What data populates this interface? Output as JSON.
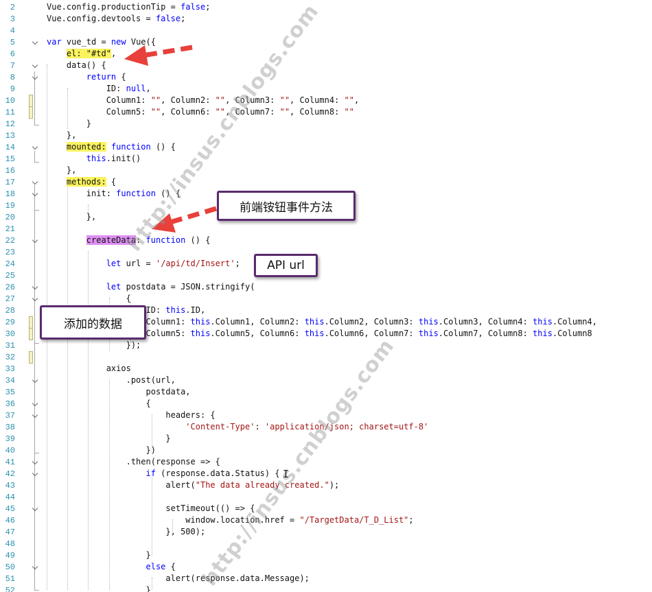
{
  "editor": {
    "lines": [
      {
        "n": "2",
        "fold": false,
        "chg": false,
        "seg": [
          [
            "p",
            "Vue.config.productionTip = "
          ],
          [
            "k",
            "false"
          ],
          [
            "p",
            ";"
          ]
        ]
      },
      {
        "n": "3",
        "fold": false,
        "chg": false,
        "seg": [
          [
            "p",
            "Vue.config.devtools = "
          ],
          [
            "k",
            "false"
          ],
          [
            "p",
            ";"
          ]
        ]
      },
      {
        "n": "4",
        "fold": false,
        "chg": false,
        "seg": []
      },
      {
        "n": "5",
        "fold": true,
        "chg": false,
        "seg": [
          [
            "k",
            "var"
          ],
          [
            "p",
            " vue_td = "
          ],
          [
            "k",
            "new"
          ],
          [
            "p",
            " Vue({"
          ]
        ]
      },
      {
        "n": "6",
        "fold": false,
        "chg": false,
        "seg": [
          [
            "p",
            "    "
          ],
          [
            "h",
            "el: \"#td\""
          ],
          [
            "p",
            ","
          ]
        ]
      },
      {
        "n": "7",
        "fold": true,
        "chg": false,
        "seg": [
          [
            "p",
            "    data() {"
          ]
        ]
      },
      {
        "n": "8",
        "fold": true,
        "chg": false,
        "seg": [
          [
            "p",
            "        "
          ],
          [
            "k",
            "return"
          ],
          [
            "p",
            " {"
          ]
        ]
      },
      {
        "n": "9",
        "fold": false,
        "chg": false,
        "seg": [
          [
            "p",
            "            ID: "
          ],
          [
            "k",
            "null"
          ],
          [
            "p",
            ","
          ]
        ]
      },
      {
        "n": "10",
        "fold": false,
        "chg": true,
        "seg": [
          [
            "p",
            "            Column1: "
          ],
          [
            "s",
            "\"\""
          ],
          [
            "p",
            ", Column2: "
          ],
          [
            "s",
            "\"\""
          ],
          [
            "p",
            ", Column3: "
          ],
          [
            "s",
            "\"\""
          ],
          [
            "p",
            ", Column4: "
          ],
          [
            "s",
            "\"\""
          ],
          [
            "p",
            ","
          ]
        ]
      },
      {
        "n": "11",
        "fold": false,
        "chg": true,
        "seg": [
          [
            "p",
            "            Column5: "
          ],
          [
            "s",
            "\"\""
          ],
          [
            "p",
            ", Column6: "
          ],
          [
            "s",
            "\"\""
          ],
          [
            "p",
            ", Column7: "
          ],
          [
            "s",
            "\"\""
          ],
          [
            "p",
            ", Column8: "
          ],
          [
            "s",
            "\"\""
          ]
        ]
      },
      {
        "n": "12",
        "fold": false,
        "chg": false,
        "seg": [
          [
            "p",
            "        }"
          ]
        ]
      },
      {
        "n": "13",
        "fold": false,
        "chg": false,
        "seg": [
          [
            "p",
            "    },"
          ]
        ]
      },
      {
        "n": "14",
        "fold": true,
        "chg": false,
        "seg": [
          [
            "p",
            "    "
          ],
          [
            "h",
            "mounted:"
          ],
          [
            "p",
            " "
          ],
          [
            "k",
            "function"
          ],
          [
            "p",
            " () {"
          ]
        ]
      },
      {
        "n": "15",
        "fold": false,
        "chg": false,
        "seg": [
          [
            "p",
            "        "
          ],
          [
            "k",
            "this"
          ],
          [
            "p",
            ".init()"
          ]
        ]
      },
      {
        "n": "16",
        "fold": false,
        "chg": false,
        "seg": [
          [
            "p",
            "    },"
          ]
        ]
      },
      {
        "n": "17",
        "fold": true,
        "chg": false,
        "seg": [
          [
            "p",
            "    "
          ],
          [
            "h",
            "methods:"
          ],
          [
            "p",
            " {"
          ]
        ]
      },
      {
        "n": "18",
        "fold": true,
        "chg": false,
        "seg": [
          [
            "p",
            "        init: "
          ],
          [
            "k",
            "function"
          ],
          [
            "p",
            " () {"
          ]
        ]
      },
      {
        "n": "19",
        "fold": false,
        "chg": false,
        "seg": []
      },
      {
        "n": "20",
        "fold": false,
        "chg": false,
        "seg": [
          [
            "p",
            "        },"
          ]
        ]
      },
      {
        "n": "21",
        "fold": false,
        "chg": false,
        "seg": []
      },
      {
        "n": "22",
        "fold": true,
        "chg": false,
        "seg": [
          [
            "p",
            "        "
          ],
          [
            "m",
            "createData"
          ],
          [
            "p",
            ": "
          ],
          [
            "k",
            "function"
          ],
          [
            "p",
            " () {"
          ]
        ]
      },
      {
        "n": "23",
        "fold": false,
        "chg": false,
        "seg": []
      },
      {
        "n": "24",
        "fold": false,
        "chg": false,
        "seg": [
          [
            "p",
            "            "
          ],
          [
            "k",
            "let"
          ],
          [
            "p",
            " url = "
          ],
          [
            "s",
            "'/api/td/Insert'"
          ],
          [
            "p",
            ";"
          ]
        ]
      },
      {
        "n": "25",
        "fold": false,
        "chg": false,
        "seg": []
      },
      {
        "n": "26",
        "fold": true,
        "chg": false,
        "seg": [
          [
            "p",
            "            "
          ],
          [
            "k",
            "let"
          ],
          [
            "p",
            " postdata = JSON.stringify("
          ]
        ]
      },
      {
        "n": "27",
        "fold": true,
        "chg": false,
        "seg": [
          [
            "p",
            "                {"
          ]
        ]
      },
      {
        "n": "28",
        "fold": false,
        "chg": false,
        "seg": [
          [
            "p",
            "                    ID: "
          ],
          [
            "k",
            "this"
          ],
          [
            "p",
            ".ID,"
          ]
        ]
      },
      {
        "n": "29",
        "fold": false,
        "chg": true,
        "seg": [
          [
            "p",
            "                    Column1: "
          ],
          [
            "k",
            "this"
          ],
          [
            "p",
            ".Column1, Column2: "
          ],
          [
            "k",
            "this"
          ],
          [
            "p",
            ".Column2, Column3: "
          ],
          [
            "k",
            "this"
          ],
          [
            "p",
            ".Column3, Column4: "
          ],
          [
            "k",
            "this"
          ],
          [
            "p",
            ".Column4,"
          ]
        ]
      },
      {
        "n": "30",
        "fold": false,
        "chg": true,
        "seg": [
          [
            "p",
            "                    Column5: "
          ],
          [
            "k",
            "this"
          ],
          [
            "p",
            ".Column5, Column6: "
          ],
          [
            "k",
            "this"
          ],
          [
            "p",
            ".Column6, Column7: "
          ],
          [
            "k",
            "this"
          ],
          [
            "p",
            ".Column7, Column8: "
          ],
          [
            "k",
            "this"
          ],
          [
            "p",
            ".Column8"
          ]
        ]
      },
      {
        "n": "31",
        "fold": false,
        "chg": false,
        "seg": [
          [
            "p",
            "                });"
          ]
        ]
      },
      {
        "n": "32",
        "fold": false,
        "chg": true,
        "seg": []
      },
      {
        "n": "33",
        "fold": false,
        "chg": false,
        "seg": [
          [
            "p",
            "            axios"
          ]
        ]
      },
      {
        "n": "34",
        "fold": true,
        "chg": false,
        "seg": [
          [
            "p",
            "                .post(url,"
          ]
        ]
      },
      {
        "n": "35",
        "fold": false,
        "chg": false,
        "seg": [
          [
            "p",
            "                    postdata,"
          ]
        ]
      },
      {
        "n": "36",
        "fold": true,
        "chg": false,
        "seg": [
          [
            "p",
            "                    {"
          ]
        ]
      },
      {
        "n": "37",
        "fold": true,
        "chg": false,
        "seg": [
          [
            "p",
            "                        headers: {"
          ]
        ]
      },
      {
        "n": "38",
        "fold": false,
        "chg": false,
        "seg": [
          [
            "p",
            "                            "
          ],
          [
            "s",
            "'Content-Type'"
          ],
          [
            "p",
            ": "
          ],
          [
            "s",
            "'application/json; charset=utf-8'"
          ]
        ]
      },
      {
        "n": "39",
        "fold": false,
        "chg": false,
        "seg": [
          [
            "p",
            "                        }"
          ]
        ]
      },
      {
        "n": "40",
        "fold": false,
        "chg": false,
        "seg": [
          [
            "p",
            "                    })"
          ]
        ]
      },
      {
        "n": "41",
        "fold": true,
        "chg": false,
        "seg": [
          [
            "p",
            "                .then(response => {"
          ]
        ]
      },
      {
        "n": "42",
        "fold": true,
        "chg": false,
        "seg": [
          [
            "p",
            "                    "
          ],
          [
            "k",
            "if"
          ],
          [
            "p",
            " (response.data.Status) {"
          ]
        ]
      },
      {
        "n": "43",
        "fold": false,
        "chg": false,
        "seg": [
          [
            "p",
            "                        alert("
          ],
          [
            "s",
            "\"The data already created.\""
          ],
          [
            "p",
            ");"
          ]
        ]
      },
      {
        "n": "44",
        "fold": false,
        "chg": false,
        "seg": []
      },
      {
        "n": "45",
        "fold": true,
        "chg": false,
        "seg": [
          [
            "p",
            "                        setTimeout(() => {"
          ]
        ]
      },
      {
        "n": "46",
        "fold": false,
        "chg": false,
        "seg": [
          [
            "p",
            "                            window.location.href = "
          ],
          [
            "s",
            "\"/TargetData/T_D_List\""
          ],
          [
            "p",
            ";"
          ]
        ]
      },
      {
        "n": "47",
        "fold": false,
        "chg": false,
        "seg": [
          [
            "p",
            "                        }, 500);"
          ]
        ]
      },
      {
        "n": "48",
        "fold": false,
        "chg": false,
        "seg": []
      },
      {
        "n": "49",
        "fold": false,
        "chg": false,
        "seg": [
          [
            "p",
            "                    }"
          ]
        ]
      },
      {
        "n": "50",
        "fold": true,
        "chg": false,
        "seg": [
          [
            "p",
            "                    "
          ],
          [
            "k",
            "else"
          ],
          [
            "p",
            " {"
          ]
        ]
      },
      {
        "n": "51",
        "fold": false,
        "chg": false,
        "seg": [
          [
            "p",
            "                        alert(response.data.Message);"
          ]
        ]
      },
      {
        "n": "52",
        "fold": false,
        "chg": false,
        "seg": [
          [
            "p",
            "                    }"
          ]
        ]
      }
    ]
  },
  "callouts": {
    "button_method": "前端铵钮事件方法",
    "api_url": "API url",
    "added_data": "添加的数据"
  },
  "watermark": {
    "text": "http://insus.cnblogs.com"
  },
  "colors": {
    "keyword": "#0000ff",
    "string": "#a31515",
    "line_number": "#2b91af",
    "highlight_yellow": "#fbf35e",
    "highlight_purple": "#dd8ff2",
    "callout_border": "#5a2a6e",
    "arrow_red": "#e8403a"
  }
}
